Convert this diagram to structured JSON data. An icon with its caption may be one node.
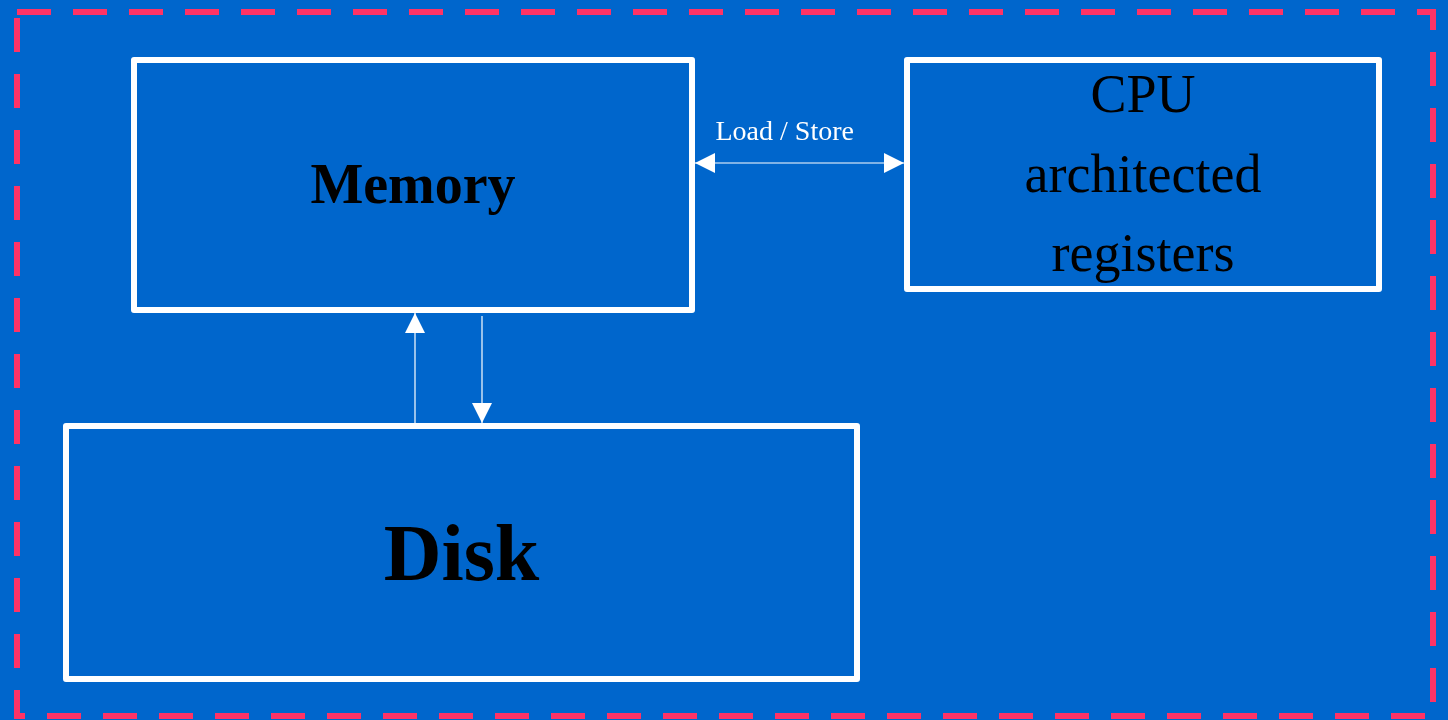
{
  "diagram": {
    "nodes": [
      {
        "text": [
          "Memory"
        ]
      },
      {
        "text": [
          "CPU architected registers"
        ]
      },
      {
        "text": [
          "Disk"
        ]
      }
    ],
    "edges": [
      {
        "from": 0,
        "to": 1,
        "arrow": "both",
        "label": "Load / Store"
      },
      {
        "from": 2,
        "to": 0,
        "arrow": "to"
      },
      {
        "from": 0,
        "to": 2,
        "arrow": "to"
      }
    ]
  }
}
